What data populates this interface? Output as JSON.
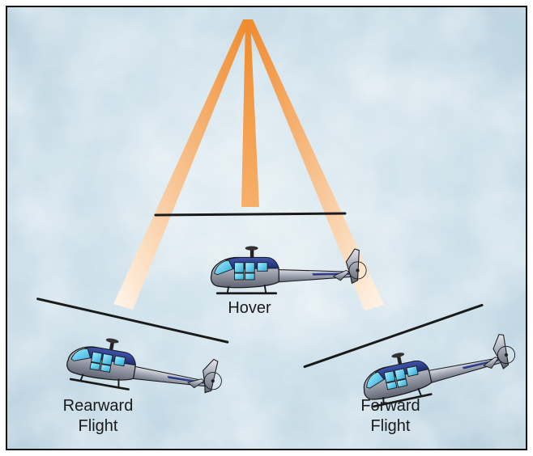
{
  "labels": {
    "hover": "Hover",
    "rearward": [
      "Rearward",
      "Flight"
    ],
    "forward": [
      "Forward",
      "Flight"
    ]
  },
  "colors": {
    "sky": "#c9dde8",
    "beam_top": "#ef8a2c",
    "beam_bottom": "#fff4e6",
    "fuselage": "#9aa0ab",
    "cabin": "#2d3f8f",
    "window": "#5fd3f2",
    "frame_border": "#111111"
  },
  "icons": [
    "helicopter-icon",
    "helicopter-icon",
    "helicopter-icon"
  ]
}
